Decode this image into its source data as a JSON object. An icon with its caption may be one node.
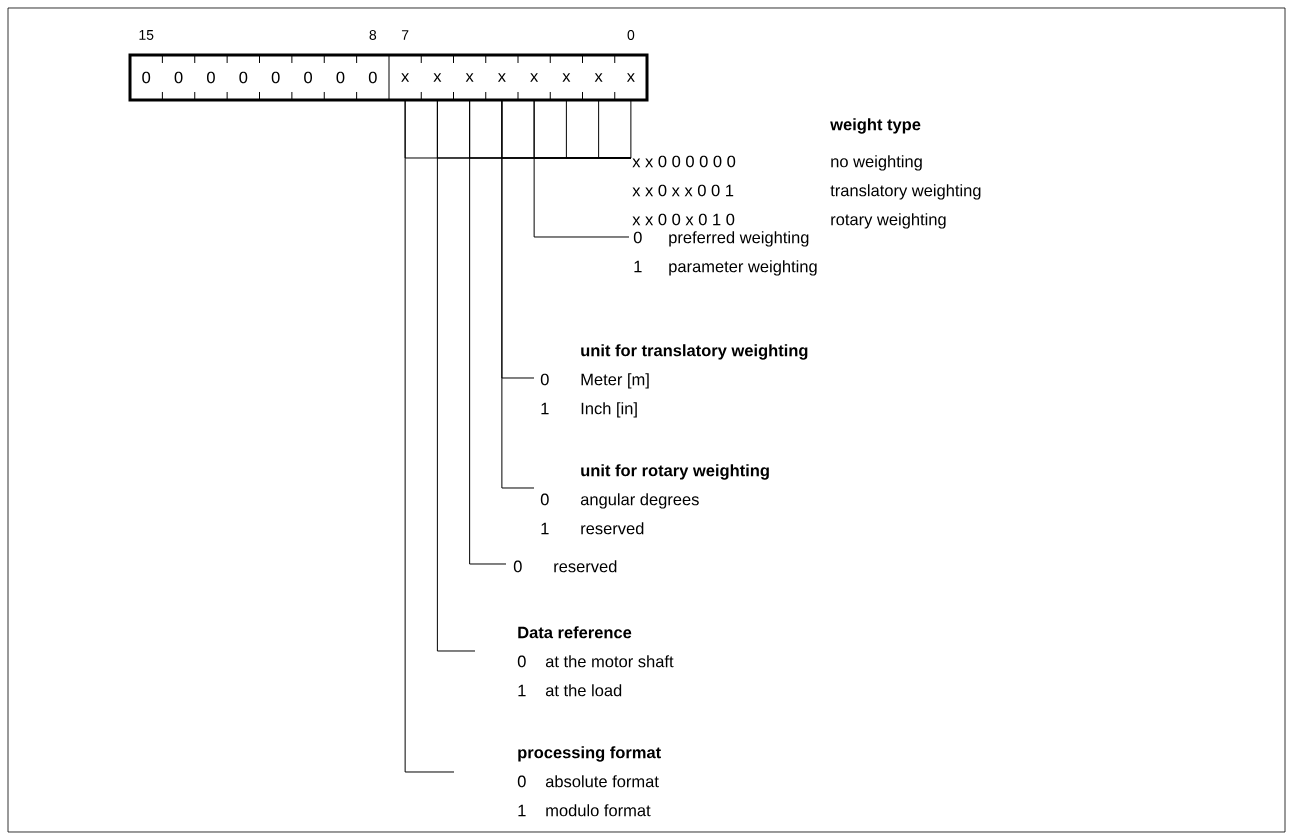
{
  "diagram": {
    "nodes": [
      {
        "text": [
          "0"
        ]
      },
      {
        "text": [
          "0"
        ]
      },
      {
        "text": [
          "0"
        ]
      },
      {
        "text": [
          "0"
        ]
      },
      {
        "text": [
          "0"
        ]
      },
      {
        "text": [
          "0"
        ]
      },
      {
        "text": [
          "0"
        ]
      },
      {
        "text": [
          "0"
        ]
      },
      {
        "text": [
          "x"
        ]
      },
      {
        "text": [
          "x"
        ]
      },
      {
        "text": [
          "x"
        ]
      },
      {
        "text": [
          "x"
        ]
      },
      {
        "text": [
          "x"
        ]
      },
      {
        "text": [
          "x"
        ]
      },
      {
        "text": [
          "x"
        ]
      },
      {
        "text": [
          "x"
        ]
      },
      {
        "text": [
          "weight type",
          "x x 0 0 0 0 0 0",
          "no weighting",
          "x x 0 x x 0 0 1",
          "translatory weighting",
          "x x 0 0 x 0 1 0",
          "rotary weighting"
        ]
      },
      {
        "text": [
          "0",
          "preferred weighting",
          "1",
          "parameter weighting"
        ]
      },
      {
        "text": [
          "unit for translatory weighting",
          "0",
          "Meter [m]",
          "1",
          "Inch [in]"
        ]
      },
      {
        "text": [
          "unit for rotary weighting",
          "0",
          "angular degrees",
          "1",
          "reserved"
        ]
      },
      {
        "text": [
          "0",
          "reserved"
        ]
      },
      {
        "text": [
          "Data reference",
          "0",
          "at the motor shaft",
          "1",
          "at the load"
        ]
      },
      {
        "text": [
          "processing format",
          "0",
          "absolute format",
          "1",
          "modulo format"
        ]
      }
    ],
    "edges": [
      {
        "from": 8,
        "to": 16,
        "arrow": "none"
      },
      {
        "from": 9,
        "to": 16,
        "arrow": "none"
      },
      {
        "from": 10,
        "to": 16,
        "arrow": "none"
      },
      {
        "from": 11,
        "to": 16,
        "arrow": "none"
      },
      {
        "from": 12,
        "to": 16,
        "arrow": "none"
      },
      {
        "from": 13,
        "to": 16,
        "arrow": "none"
      },
      {
        "from": 14,
        "to": 16,
        "arrow": "none"
      },
      {
        "from": 15,
        "to": 16,
        "arrow": "none"
      },
      {
        "from": 12,
        "to": 17,
        "arrow": "none"
      },
      {
        "from": 11,
        "to": 18,
        "arrow": "none"
      },
      {
        "from": 11,
        "to": 19,
        "arrow": "none"
      },
      {
        "from": 10,
        "to": 20,
        "arrow": "none"
      },
      {
        "from": 9,
        "to": 21,
        "arrow": "none"
      },
      {
        "from": 8,
        "to": 22,
        "arrow": "none"
      }
    ],
    "labels": [
      "15",
      "8",
      "7",
      "0"
    ]
  }
}
